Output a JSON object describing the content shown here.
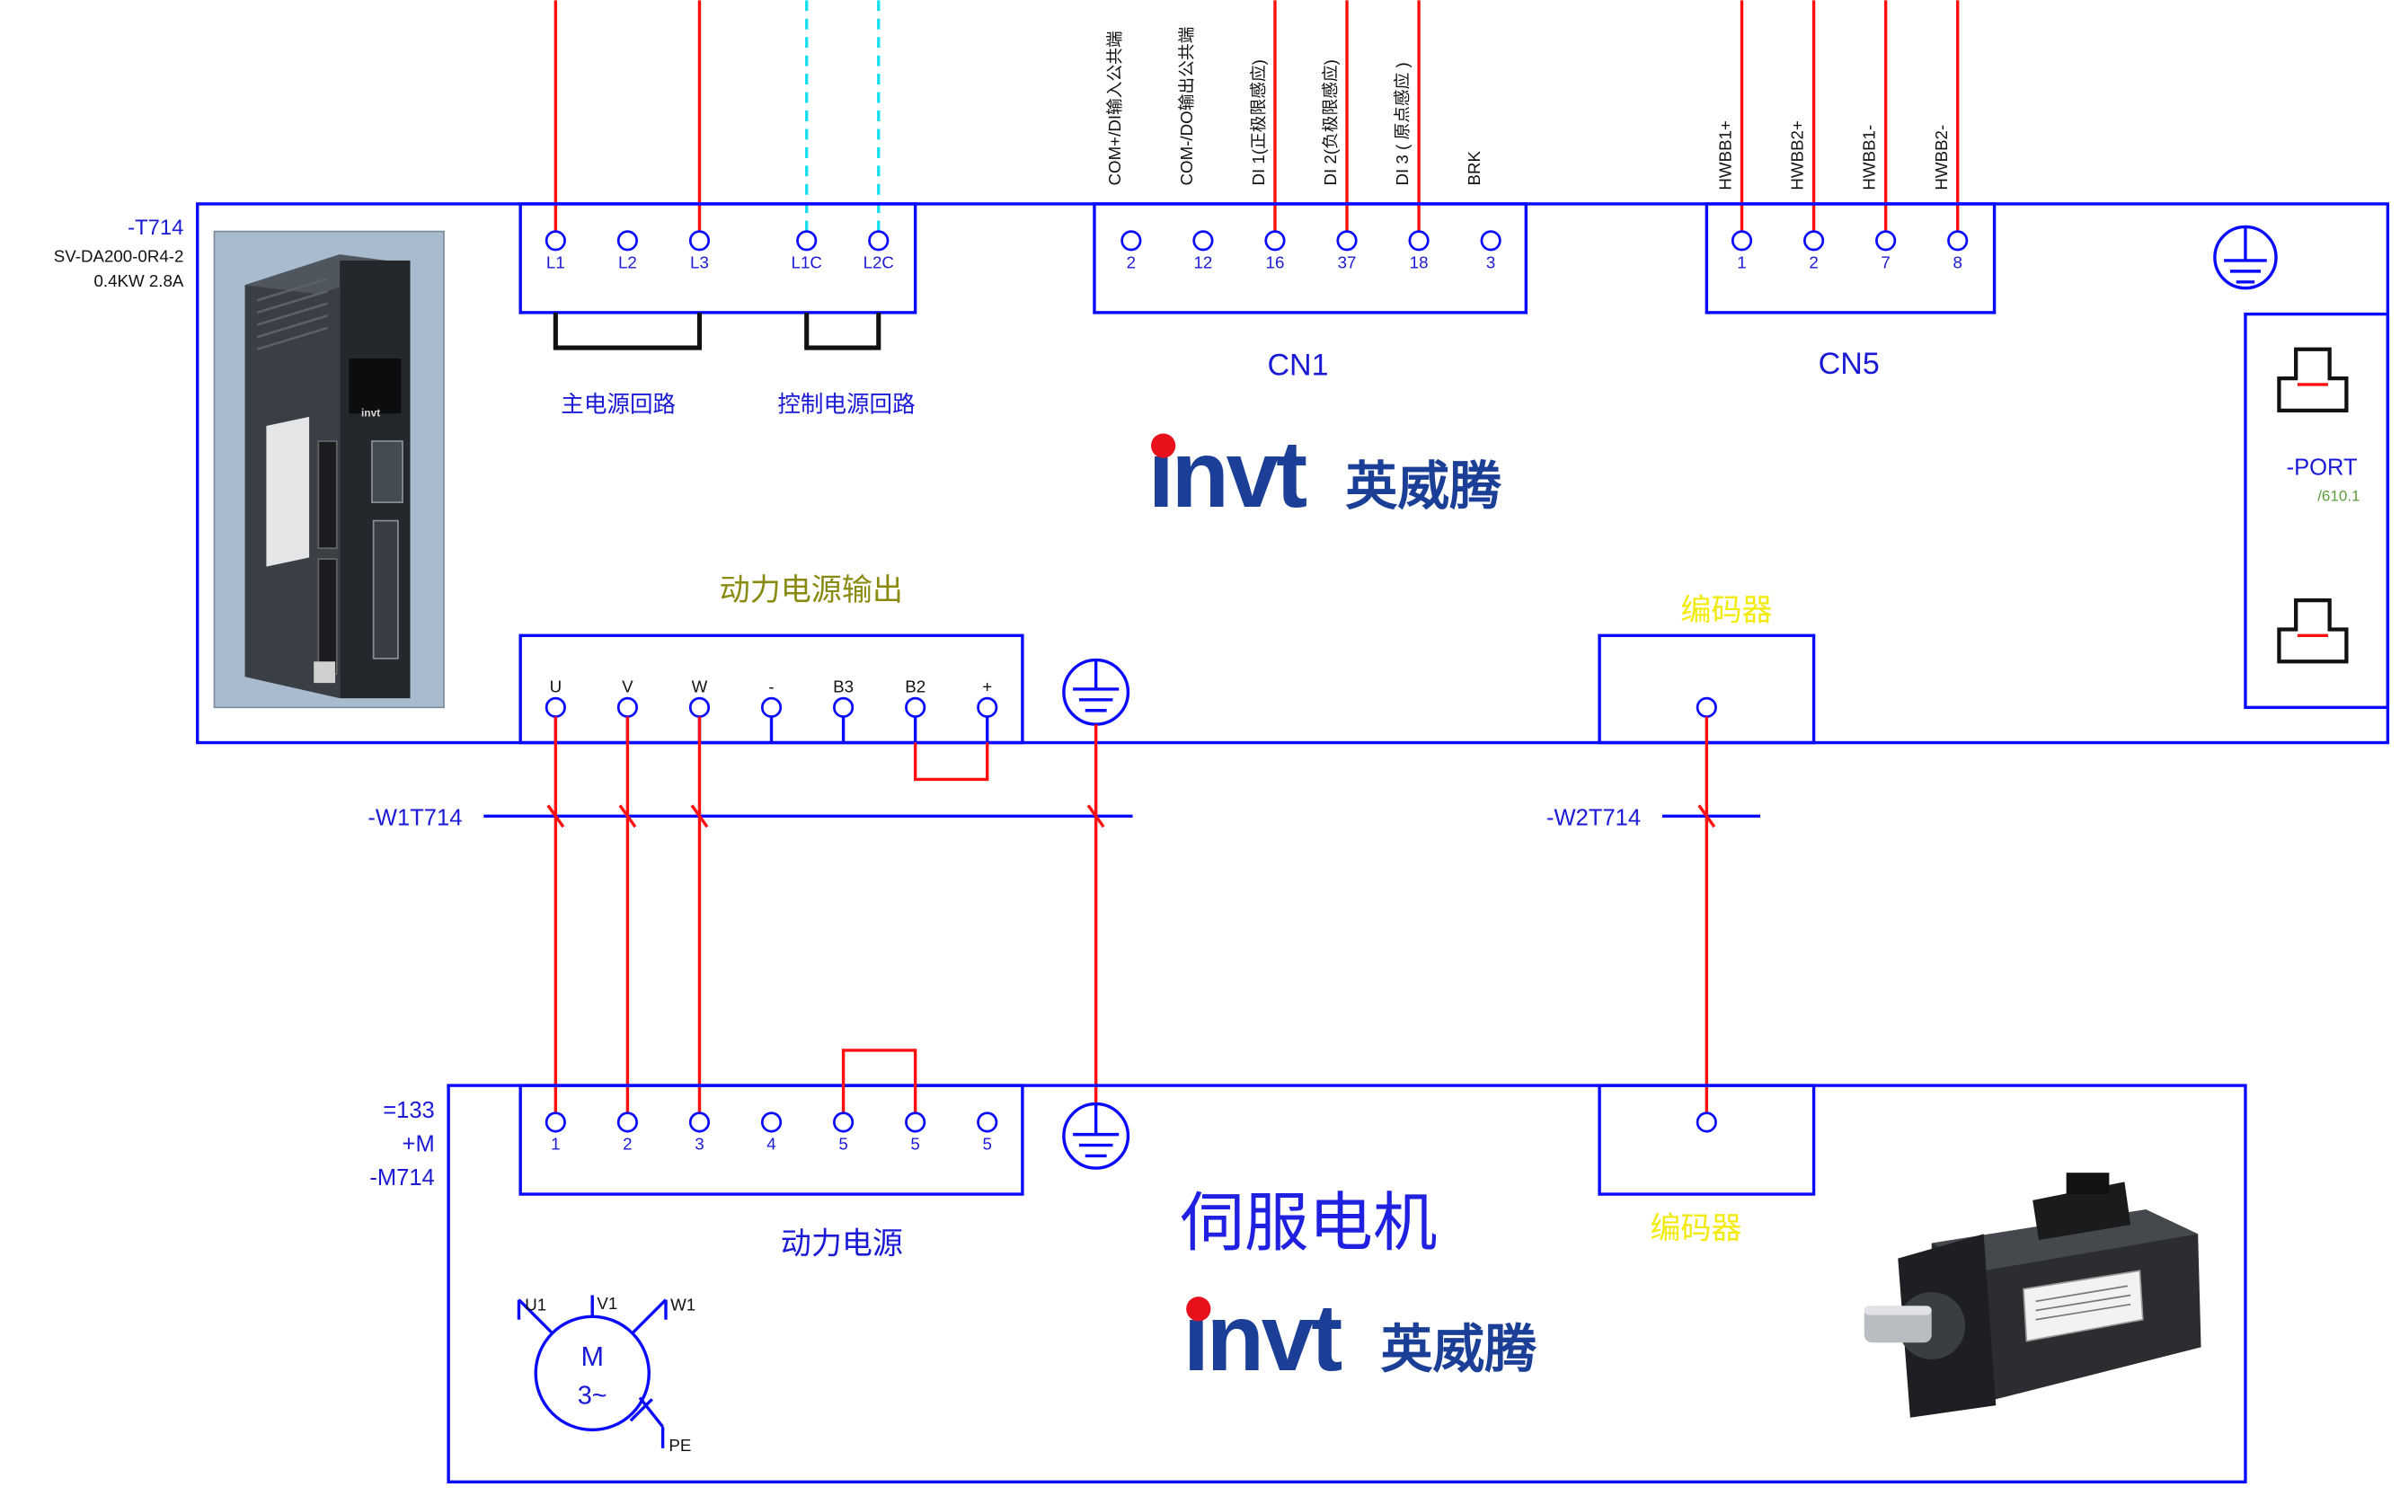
{
  "colors": {
    "wire_blue": "#0a0aff",
    "text_blue": "#1a1ad6",
    "wire_red": "#ff1010",
    "control_dashed_cyan": "#19e0f0",
    "output_title_olive": "#8a8a10",
    "encoder_yellow": "#f2ea0a",
    "reference_green": "#5a9e3a",
    "logo_blue": "#1b3f97",
    "logo_red": "#e8101a"
  },
  "drive": {
    "designation": "-T714",
    "model": "SV-DA200-0R4-2",
    "rating": "0.4KW 2.8A"
  },
  "power_input": {
    "terminals": [
      "L1",
      "L2",
      "L3",
      "L1C",
      "L2C"
    ],
    "main_circuit_label": "主电源回路",
    "control_circuit_label": "控制电源回路"
  },
  "cn1": {
    "name": "CN1",
    "pins": [
      {
        "signal": "COM+/DI输入公共端",
        "number": "2"
      },
      {
        "signal": "COM-/DO输出公共端",
        "number": "12"
      },
      {
        "signal": "DI 1(正极限感应)",
        "number": "16"
      },
      {
        "signal": "DI 2(负极限感应)",
        "number": "37"
      },
      {
        "signal": "DI 3 ( 原点感应 )",
        "number": "18"
      },
      {
        "signal": "BRK",
        "number": "3"
      }
    ]
  },
  "cn5": {
    "name": "CN5",
    "pins": [
      {
        "signal": "HWBB1+",
        "number": "1"
      },
      {
        "signal": "HWBB2+",
        "number": "2"
      },
      {
        "signal": "HWBB1-",
        "number": "7"
      },
      {
        "signal": "HWBB2-",
        "number": "8"
      }
    ]
  },
  "port": {
    "label": "-PORT",
    "reference": "/610.1"
  },
  "logo": {
    "mark": "invt",
    "name": "英威腾"
  },
  "power_output": {
    "title": "动力电源输出",
    "terminals": [
      "U",
      "V",
      "W",
      "-",
      "B3",
      "B2",
      "+"
    ]
  },
  "drive_encoder": {
    "label": "编码器"
  },
  "cables": {
    "power": "-W1T714",
    "encoder": "-W2T714"
  },
  "motor": {
    "designation": [
      "=133",
      "+M",
      "-M714"
    ],
    "terminals": [
      "1",
      "2",
      "3",
      "4",
      "5",
      "5",
      "5"
    ],
    "power_label": "动力电源",
    "title": "伺服电机",
    "encoder_label": "编码器",
    "symbol": {
      "u": "U1",
      "v": "V1",
      "w": "W1",
      "m": "M",
      "phase": "3~",
      "pe": "PE"
    }
  }
}
